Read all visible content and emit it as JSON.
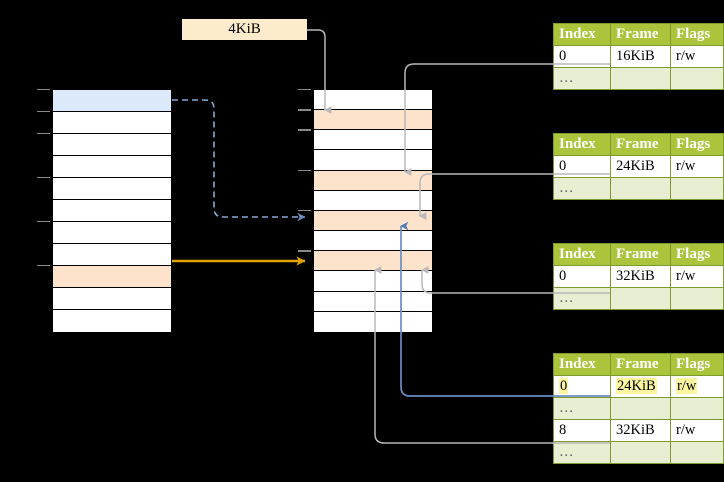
{
  "diagram": {
    "title_label": "4KiB",
    "virtual_column": {
      "name": "virtual-address-column",
      "rows": [
        {
          "index": 0,
          "fill": "blue"
        },
        {
          "index": 1,
          "fill": "white"
        },
        {
          "index": 2,
          "fill": "white"
        },
        {
          "index": 3,
          "fill": "white"
        },
        {
          "index": 4,
          "fill": "white"
        },
        {
          "index": 5,
          "fill": "white"
        },
        {
          "index": 6,
          "fill": "white"
        },
        {
          "index": 7,
          "fill": "white"
        },
        {
          "index": 8,
          "fill": "orange"
        },
        {
          "index": 9,
          "fill": "white"
        },
        {
          "index": 10,
          "fill": "white"
        }
      ]
    },
    "physical_column": {
      "name": "physical-memory-column",
      "rows": [
        {
          "index": 0,
          "fill": "white"
        },
        {
          "index": 1,
          "fill": "orange"
        },
        {
          "index": 2,
          "fill": "white"
        },
        {
          "index": 3,
          "fill": "white"
        },
        {
          "index": 4,
          "fill": "orange"
        },
        {
          "index": 5,
          "fill": "white"
        },
        {
          "index": 6,
          "fill": "orange"
        },
        {
          "index": 7,
          "fill": "white"
        },
        {
          "index": 8,
          "fill": "orange"
        },
        {
          "index": 9,
          "fill": "white"
        },
        {
          "index": 10,
          "fill": "white"
        },
        {
          "index": 11,
          "fill": "white"
        }
      ]
    },
    "tables": [
      {
        "name": "page-table-level-1",
        "headers": [
          "Index",
          "Frame",
          "Flags"
        ],
        "rows": [
          {
            "kind": "value",
            "cells": [
              "0",
              "16KiB",
              "r/w"
            ],
            "highlight": [
              false,
              false,
              false
            ]
          },
          {
            "kind": "dots",
            "cells": [
              "…",
              "",
              ""
            ],
            "highlight": [
              false,
              false,
              false
            ]
          }
        ]
      },
      {
        "name": "page-table-level-2",
        "headers": [
          "Index",
          "Frame",
          "Flags"
        ],
        "rows": [
          {
            "kind": "value",
            "cells": [
              "0",
              "24KiB",
              "r/w"
            ],
            "highlight": [
              false,
              false,
              false
            ]
          },
          {
            "kind": "dots",
            "cells": [
              "…",
              "",
              ""
            ],
            "highlight": [
              false,
              false,
              false
            ]
          }
        ]
      },
      {
        "name": "page-table-level-3",
        "headers": [
          "Index",
          "Frame",
          "Flags"
        ],
        "rows": [
          {
            "kind": "value",
            "cells": [
              "0",
              "32KiB",
              "r/w"
            ],
            "highlight": [
              false,
              false,
              false
            ]
          },
          {
            "kind": "dots",
            "cells": [
              "…",
              "",
              ""
            ],
            "highlight": [
              false,
              false,
              false
            ]
          }
        ]
      },
      {
        "name": "page-table-level-4",
        "headers": [
          "Index",
          "Frame",
          "Flags"
        ],
        "rows": [
          {
            "kind": "value",
            "cells": [
              "0",
              "24KiB",
              "r/w"
            ],
            "highlight": [
              true,
              true,
              true
            ]
          },
          {
            "kind": "dots",
            "cells": [
              "…",
              "",
              ""
            ],
            "highlight": [
              false,
              false,
              false
            ]
          },
          {
            "kind": "value",
            "cells": [
              "8",
              "32KiB",
              "r/w"
            ],
            "highlight": [
              false,
              false,
              false
            ]
          },
          {
            "kind": "dots",
            "cells": [
              "…",
              "",
              ""
            ],
            "highlight": [
              false,
              false,
              false
            ]
          }
        ]
      }
    ],
    "colors": {
      "background": "#000000",
      "header_green": "#aac53c",
      "dots_green": "#e7eed2",
      "highlight_yellow": "#fdf5a0",
      "blue_fill": "#dce9fb",
      "orange_fill": "#fde3cc",
      "size_label_fill": "#fdeccc",
      "blue_arrow": "#6a8dc1",
      "orange_arrow": "#e0a300",
      "gray_arrow": "#b4b4b4"
    }
  }
}
